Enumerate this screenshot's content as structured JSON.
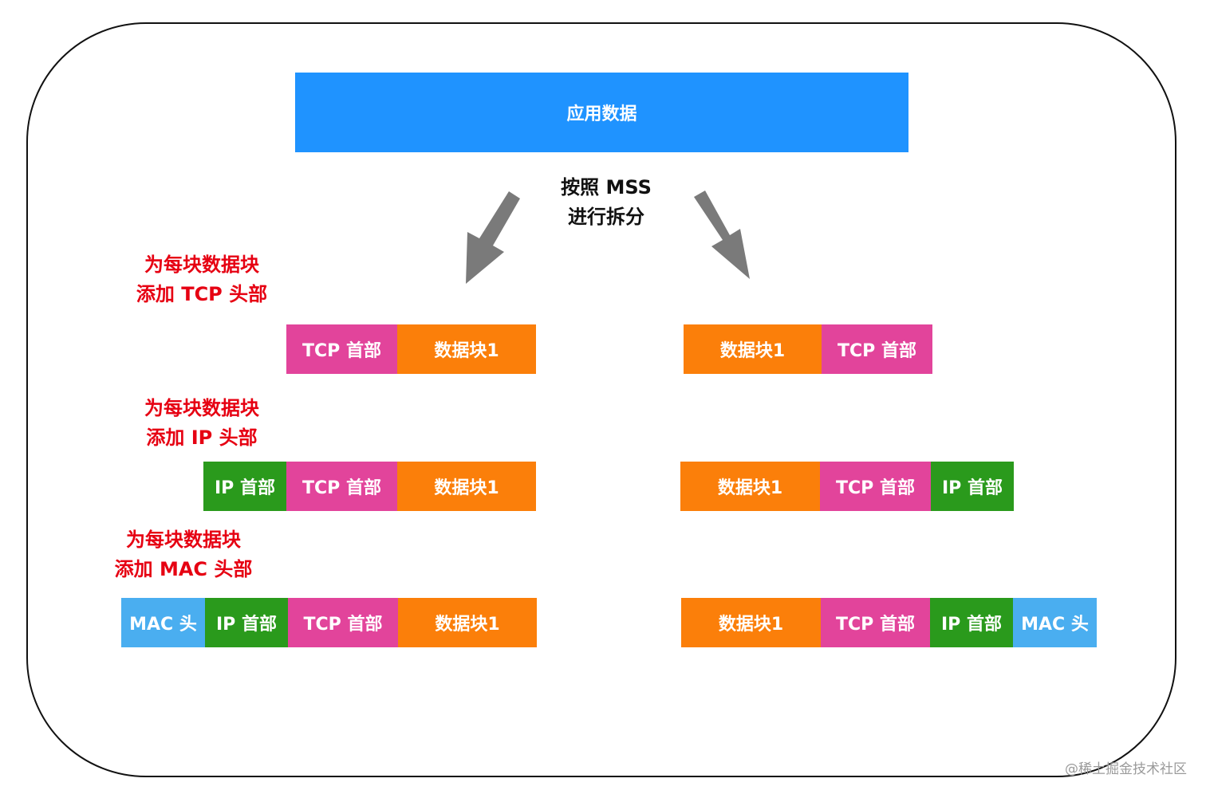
{
  "colors": {
    "app_data": "#1f93ff",
    "tcp": "#e2449b",
    "data": "#fb7f0a",
    "ip": "#2a9a1c",
    "mac": "#4aaef0",
    "step_label": "#e60012",
    "arrow": "#7a7a7a"
  },
  "app_data_label": "应用数据",
  "split_label": {
    "line1": "按照 MSS",
    "line2": "进行拆分"
  },
  "steps": [
    {
      "line1": "为每块数据块",
      "line2": "添加 TCP 头部"
    },
    {
      "line1": "为每块数据块",
      "line2": "添加 IP 头部"
    },
    {
      "line1": "为每块数据块",
      "line2": "添加 MAC 头部"
    }
  ],
  "segments": {
    "tcp_header": "TCP 首部",
    "data_block": "数据块1",
    "ip_header": "IP 首部",
    "mac_header": "MAC 头"
  },
  "watermark": "@稀土掘金技术社区"
}
